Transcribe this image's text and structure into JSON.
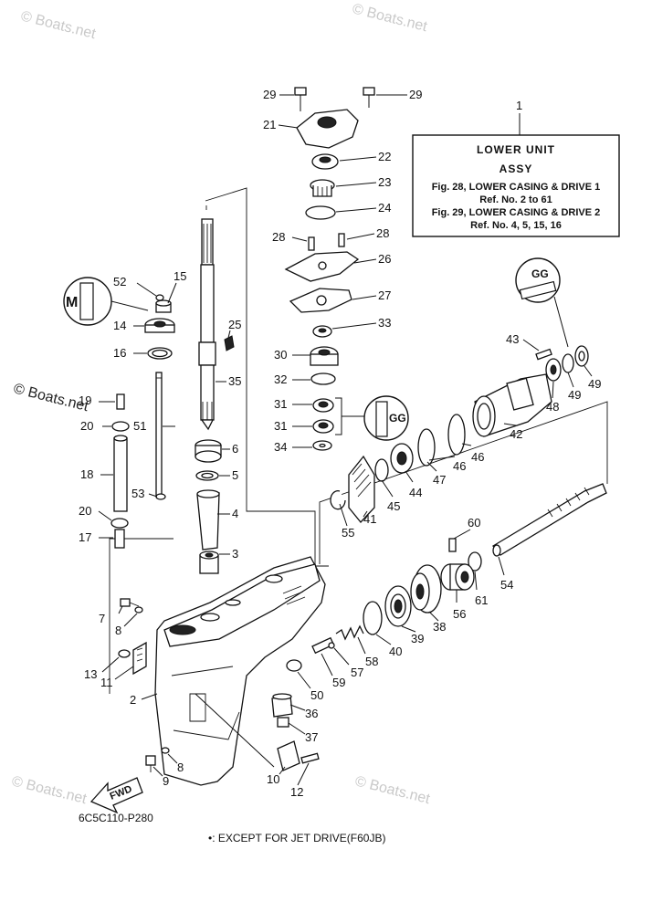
{
  "watermark": "© Boats.net",
  "info_box": {
    "ref_no": "1",
    "title_line1": "LOWER UNIT",
    "title_line2": "ASSY",
    "lines": [
      "Fig. 28, LOWER CASING & DRIVE 1",
      "Ref. No. 2 to 61",
      "Fig. 29, LOWER CASING & DRIVE 2",
      "Ref. No. 4, 5, 15, 16"
    ]
  },
  "drawing_code": "6C5C110-P280",
  "footnote": "•: EXCEPT FOR JET DRIVE(F60JB)",
  "fwd_label": "FWD",
  "symbol_labels": {
    "gg_top": "GG",
    "m_left": "M",
    "gg_mid": "GG"
  },
  "callouts": [
    {
      "id": "c29a",
      "label": "29"
    },
    {
      "id": "c29b",
      "label": "29"
    },
    {
      "id": "c21",
      "label": "21"
    },
    {
      "id": "c22",
      "label": "22"
    },
    {
      "id": "c23",
      "label": "23"
    },
    {
      "id": "c24",
      "label": "24"
    },
    {
      "id": "c28a",
      "label": "28"
    },
    {
      "id": "c28b",
      "label": "28"
    },
    {
      "id": "c26",
      "label": "26"
    },
    {
      "id": "c27",
      "label": "27"
    },
    {
      "id": "c33",
      "label": "33"
    },
    {
      "id": "c30",
      "label": "30"
    },
    {
      "id": "c32",
      "label": "32"
    },
    {
      "id": "c31a",
      "label": "31"
    },
    {
      "id": "c31b",
      "label": "31"
    },
    {
      "id": "c34",
      "label": "34"
    },
    {
      "id": "c52",
      "label": "52"
    },
    {
      "id": "c15",
      "label": "15"
    },
    {
      "id": "c14",
      "label": "14"
    },
    {
      "id": "c16",
      "label": "16"
    },
    {
      "id": "c25",
      "label": "25"
    },
    {
      "id": "c35",
      "label": "35"
    },
    {
      "id": "c19",
      "label": "19"
    },
    {
      "id": "c20a",
      "label": "20"
    },
    {
      "id": "c51",
      "label": "51"
    },
    {
      "id": "c6",
      "label": "6"
    },
    {
      "id": "c5",
      "label": "5"
    },
    {
      "id": "c18",
      "label": "18"
    },
    {
      "id": "c53",
      "label": "53"
    },
    {
      "id": "c4",
      "label": "4"
    },
    {
      "id": "c20b",
      "label": "20"
    },
    {
      "id": "c17",
      "label": "17"
    },
    {
      "id": "c3",
      "label": "3"
    },
    {
      "id": "c43",
      "label": "43"
    },
    {
      "id": "c48",
      "label": "48"
    },
    {
      "id": "c49a",
      "label": "49"
    },
    {
      "id": "c49b",
      "label": "49"
    },
    {
      "id": "c42",
      "label": "42"
    },
    {
      "id": "c46a",
      "label": "46"
    },
    {
      "id": "c46b",
      "label": "46"
    },
    {
      "id": "c47",
      "label": "47"
    },
    {
      "id": "c44",
      "label": "44"
    },
    {
      "id": "c45",
      "label": "45"
    },
    {
      "id": "c41",
      "label": "41"
    },
    {
      "id": "c55",
      "label": "55"
    },
    {
      "id": "c60",
      "label": "60"
    },
    {
      "id": "c54",
      "label": "54"
    },
    {
      "id": "c56",
      "label": "56"
    },
    {
      "id": "c61",
      "label": "61"
    },
    {
      "id": "c38",
      "label": "38"
    },
    {
      "id": "c39",
      "label": "39"
    },
    {
      "id": "c40",
      "label": "40"
    },
    {
      "id": "c58",
      "label": "58"
    },
    {
      "id": "c57",
      "label": "57"
    },
    {
      "id": "c59",
      "label": "59"
    },
    {
      "id": "c50",
      "label": "50"
    },
    {
      "id": "c36",
      "label": "36"
    },
    {
      "id": "c37",
      "label": "37"
    },
    {
      "id": "c7",
      "label": "7"
    },
    {
      "id": "c8a",
      "label": "8"
    },
    {
      "id": "c13",
      "label": "13"
    },
    {
      "id": "c11",
      "label": "11"
    },
    {
      "id": "c2",
      "label": "2"
    },
    {
      "id": "c8b",
      "label": "8"
    },
    {
      "id": "c9",
      "label": "9"
    },
    {
      "id": "c10",
      "label": "10"
    },
    {
      "id": "c12",
      "label": "12"
    }
  ]
}
